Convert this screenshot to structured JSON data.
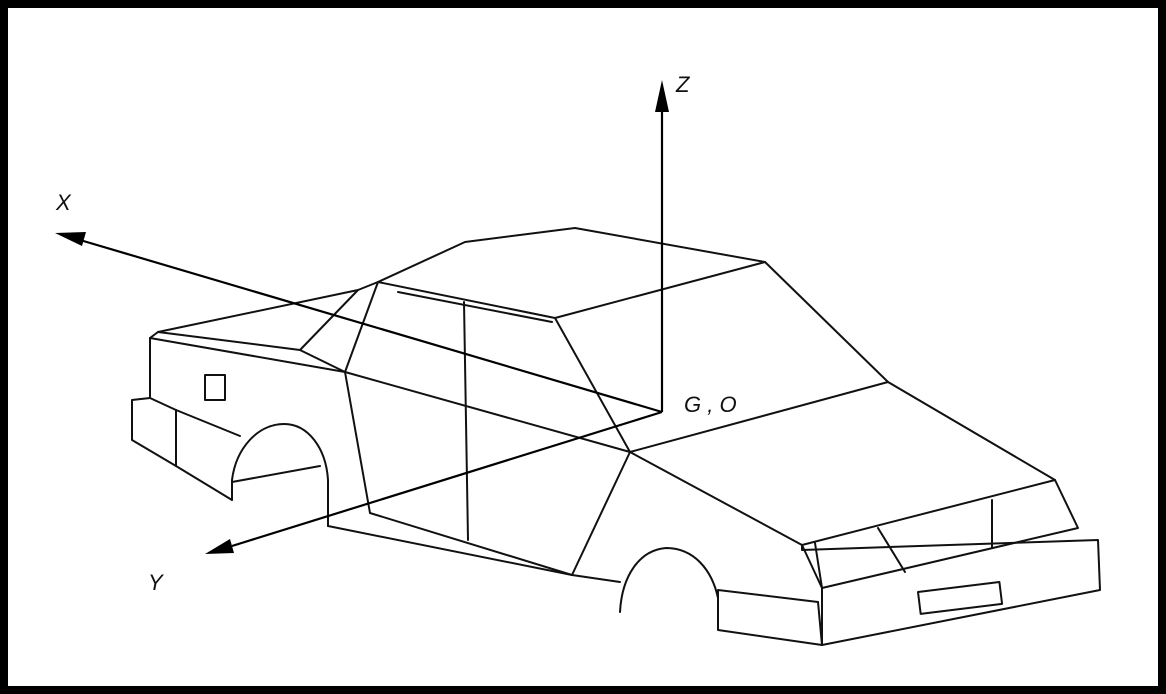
{
  "figure": {
    "labels": {
      "z_axis": "Z",
      "x_axis": "X",
      "y_axis": "Y",
      "origin": "G , O"
    },
    "colors": {
      "line": "#111111",
      "frame": "#000000",
      "background": "#ffffff"
    }
  }
}
